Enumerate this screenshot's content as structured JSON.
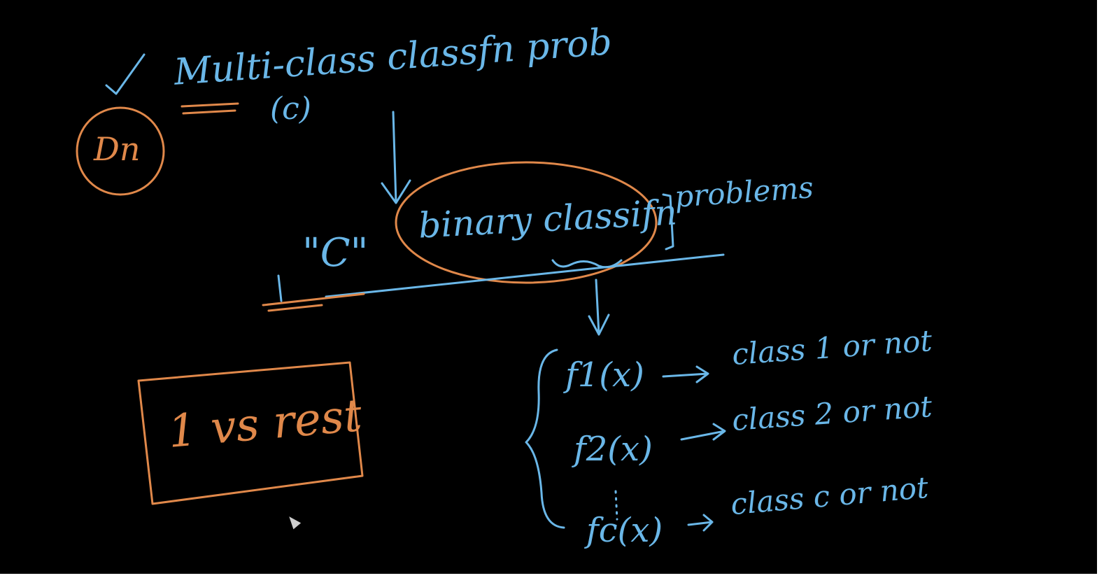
{
  "notes": {
    "heading": "Multi-class classfn prob",
    "c_note": "(c)",
    "dn_label": "Dn",
    "binary": "binary classifn",
    "problems": "problems",
    "c_quoted": "\"C\"",
    "one_vs_rest": "1 vs rest",
    "functions": [
      {
        "fn": "f1(x)",
        "target": "class 1 or not"
      },
      {
        "fn": "f2(x)",
        "target": "class 2 or not"
      },
      {
        "fn": "fc(x)",
        "target": "class c or not"
      }
    ]
  },
  "colors": {
    "background": "#000000",
    "blue_ink": "#6ab7e8",
    "orange_ink": "#e0884a"
  }
}
